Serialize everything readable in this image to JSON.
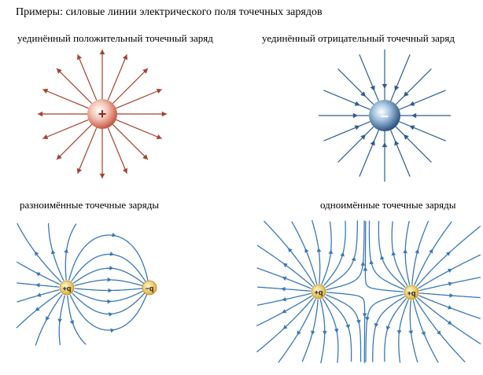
{
  "title": "Примеры: силовые линии электрического поля точечных зарядов",
  "captions": {
    "single_positive": "уединённый положительный точечный заряд",
    "single_negative": "уединённый отрицательный точечный заряд",
    "opposite": "разноимённые точечные заряды",
    "like": "одноимённые точечные заряды"
  },
  "charges": {
    "plus_sign": "+",
    "minus_sign": "–",
    "q_plus": "+q",
    "q_minus": "−q"
  },
  "colors": {
    "positive_lines": "#a5402e",
    "negative_lines": "#2f5d8e",
    "pair_lines": "#3a78b5",
    "pair_charge": "#e7c24a"
  }
}
